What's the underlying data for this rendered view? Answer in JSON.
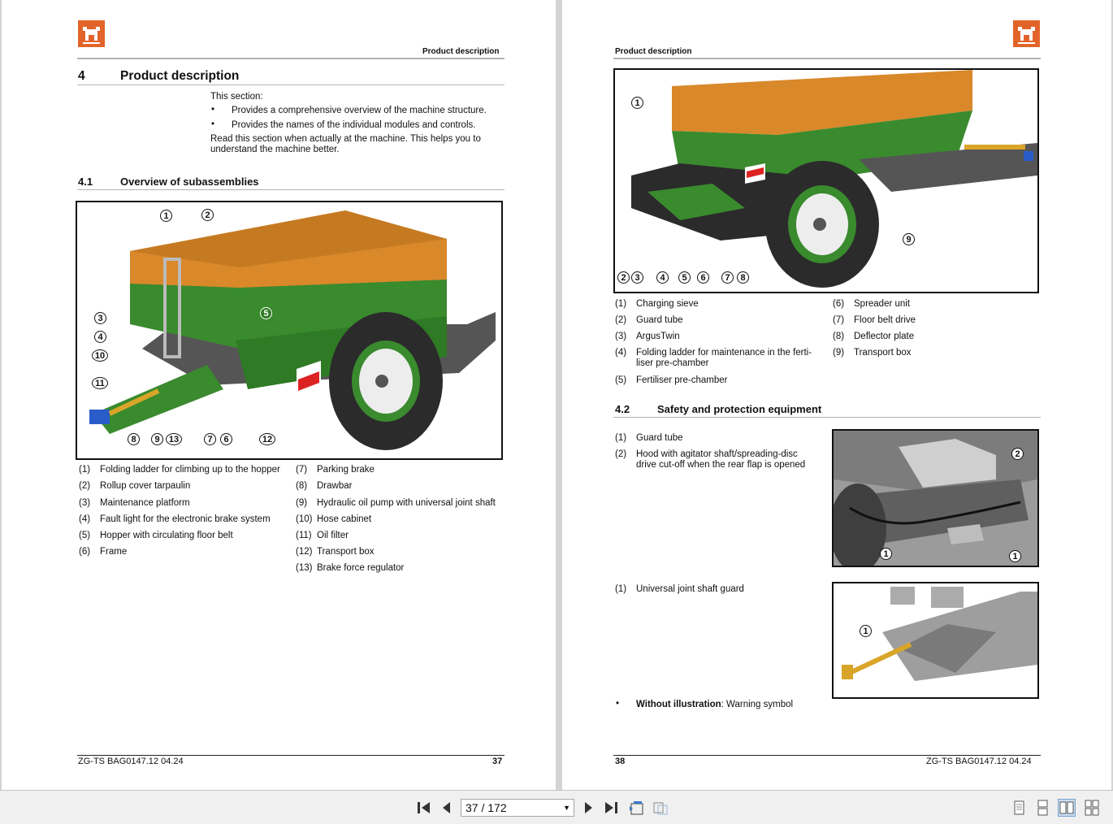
{
  "left_page": {
    "header": "Product description",
    "section_number": "4",
    "section_title": "Product description",
    "intro": "This section:",
    "bullets": [
      "Provides a comprehensive overview of the machine structure.",
      "Provides the names of the individual modules and controls."
    ],
    "read_line1": "Read this section when actually at the machine. This helps you to",
    "read_line2": "understand the machine better.",
    "subsection_number": "4.1",
    "subsection_title": "Overview of subassemblies",
    "figure_callouts": [
      "1",
      "2",
      "3",
      "4",
      "10",
      "11",
      "5",
      "8",
      "9",
      "13",
      "7",
      "6",
      "12"
    ],
    "captions_left": [
      {
        "n": "(1)",
        "label": "Folding ladder for climbing up to the hopper"
      },
      {
        "n": "(2)",
        "label": "Rollup cover tarpaulin"
      },
      {
        "n": "(3)",
        "label": "Maintenance platform"
      },
      {
        "n": "(4)",
        "label": "Fault light for the electronic brake system"
      },
      {
        "n": "(5)",
        "label": "Hopper with circulating floor belt"
      },
      {
        "n": "(6)",
        "label": "Frame"
      }
    ],
    "captions_right": [
      {
        "n": "(7)",
        "label": "Parking brake"
      },
      {
        "n": "(8)",
        "label": "Drawbar"
      },
      {
        "n": "(9)",
        "label": "Hydraulic oil pump with universal joint shaft"
      },
      {
        "n": "(10)",
        "label": "Hose cabinet"
      },
      {
        "n": "(11)",
        "label": "Oil filter"
      },
      {
        "n": "(12)",
        "label": "Transport box"
      },
      {
        "n": "(13)",
        "label": "Brake force regulator"
      }
    ],
    "footer_doc": "ZG-TS BAG0147.12  04.24",
    "footer_page": "37"
  },
  "right_page": {
    "header": "Product description",
    "figure_callouts": [
      "1",
      "9",
      "2",
      "3",
      "4",
      "5",
      "6",
      "7",
      "8"
    ],
    "captions_left": [
      {
        "n": "(1)",
        "label": "Charging sieve"
      },
      {
        "n": "(2)",
        "label": "Guard tube"
      },
      {
        "n": "(3)",
        "label": "ArgusTwin"
      },
      {
        "n": "(4)",
        "label": "Folding ladder for maintenance in the ferti-",
        "label2": "liser pre-chamber"
      },
      {
        "n": "(5)",
        "label": "Fertiliser pre-chamber"
      }
    ],
    "captions_right": [
      {
        "n": "(6)",
        "label": "Spreader unit"
      },
      {
        "n": "(7)",
        "label": "Floor belt drive"
      },
      {
        "n": "(8)",
        "label": "Deflector plate"
      },
      {
        "n": "(9)",
        "label": "Transport box"
      }
    ],
    "subsection_number": "4.2",
    "subsection_title": "Safety and protection equipment",
    "safety_captions": [
      {
        "n": "(1)",
        "label": "Guard tube"
      },
      {
        "n": "(2)",
        "label": "Hood with agitator shaft/spreading-disc",
        "label2": "drive cut-off when the rear flap is opened"
      }
    ],
    "safety_callouts_1": [
      "2",
      "1",
      "1"
    ],
    "joint_caption": {
      "n": "(1)",
      "label": "Universal joint shaft guard"
    },
    "joint_callouts": [
      "1"
    ],
    "warning_bold": "Without illustration",
    "warning_rest": ": Warning symbol",
    "footer_page": "38",
    "footer_doc": "ZG-TS BAG0147.12  04.24"
  },
  "toolbar": {
    "page_value": "37 / 172",
    "icons": [
      "first-page-icon",
      "prev-page-icon",
      "next-page-icon",
      "last-page-icon",
      "fit-page-icon",
      "rotate-icon",
      "single-page-icon",
      "continuous-icon",
      "facing-icon",
      "continuous-facing-icon"
    ]
  },
  "colors": {
    "brand": "#e2642a",
    "machine_green": "#3a8a2e",
    "hopper_orange": "#d9882a",
    "background": "#d4d4d4"
  }
}
